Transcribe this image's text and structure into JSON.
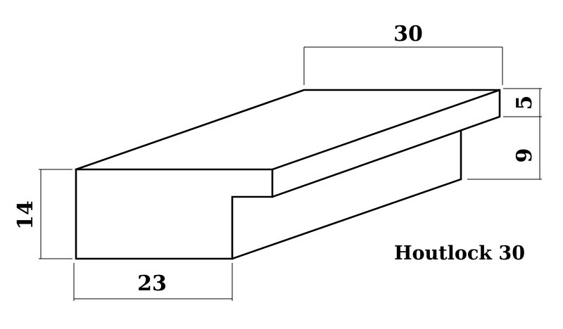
{
  "dimensions": {
    "top_width": "30",
    "top_thickness": "5",
    "step_height": "9",
    "total_height": "14",
    "bottom_width": "23"
  },
  "product_name": "Houtlock 30"
}
